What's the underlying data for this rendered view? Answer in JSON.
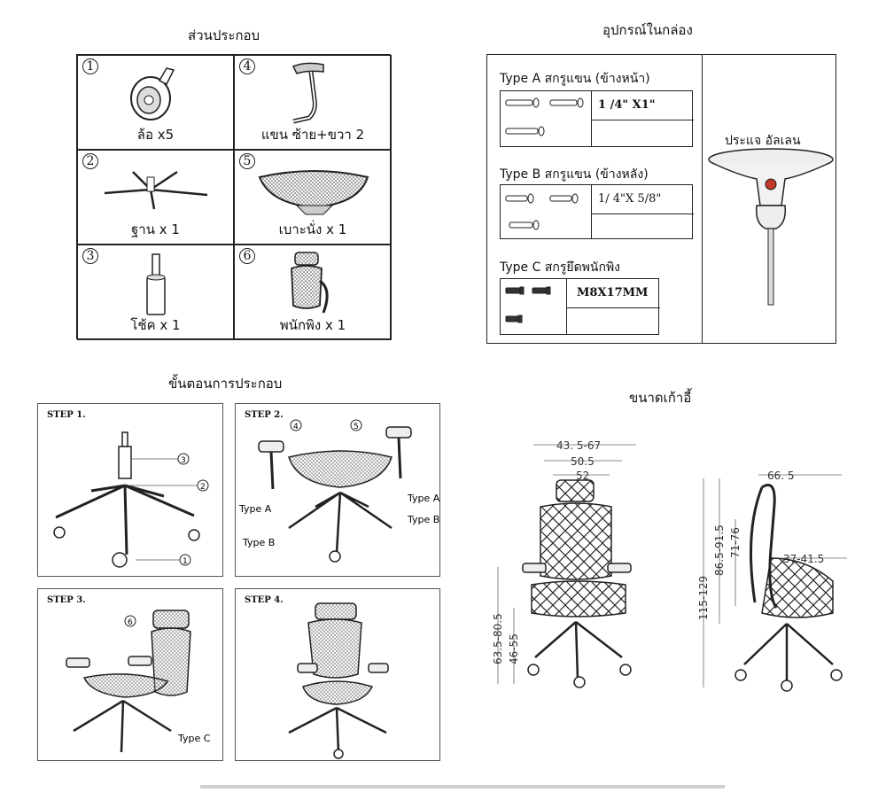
{
  "sections": {
    "parts_title": "ส่วนประกอบ",
    "accessories_title": "อุปกรณ์ในกล่อง",
    "steps_title": "ขั้นตอนการประกอบ",
    "size_title": "ขนาดเก้าอี้"
  },
  "parts": [
    {
      "num": "1",
      "label": "ล้อ x5",
      "icon": "wheel-icon"
    },
    {
      "num": "4",
      "label": "แขน ซ้าย+ขวา 2",
      "icon": "armrest-icon"
    },
    {
      "num": "2",
      "label": "ฐาน x 1",
      "icon": "base-icon"
    },
    {
      "num": "5",
      "label": "เบาะนั่ง x 1",
      "icon": "seat-icon"
    },
    {
      "num": "3",
      "label": "โช้ค x 1",
      "icon": "gas-lift-icon"
    },
    {
      "num": "6",
      "label": "พนักพิง x 1",
      "icon": "backrest-icon"
    }
  ],
  "accessories": {
    "type_a": {
      "label": "Type A สกรูแขน (ข้างหน้า)",
      "spec": "1 /4\" X1\""
    },
    "type_b": {
      "label": "Type B สกรูแขน (ข้างหลัง)",
      "spec": "1/ 4\"X 5/8\""
    },
    "type_c": {
      "label": "Type C สกรูยึดพนักพิง",
      "spec": "M8X17MM"
    },
    "wrench": {
      "label": "ประแจ อัลเลน",
      "icon": "allen-wrench-icon"
    }
  },
  "steps": [
    {
      "title": "STEP 1.",
      "callouts": [
        "3",
        "2",
        "1"
      ]
    },
    {
      "title": "STEP 2.",
      "callouts": [
        "4",
        "5"
      ],
      "labels": [
        "Type A",
        "Type B",
        "Type A",
        "Type B"
      ]
    },
    {
      "title": "STEP 3.",
      "callouts": [
        "6"
      ],
      "labels": [
        "Type C"
      ]
    },
    {
      "title": "STEP 4.",
      "callouts": []
    }
  ],
  "dimensions": {
    "front": {
      "top_width": "43. 5-67",
      "mid_width": "50.5",
      "seat_width": "52",
      "seat_height": "63.5-80.5",
      "arm_height": "46-55"
    },
    "side": {
      "depth": "66. 5",
      "total_height": "115-129",
      "back_height": "86.5-91.5",
      "back_mid": "71-76",
      "seat_depth": "37-41.5"
    }
  }
}
